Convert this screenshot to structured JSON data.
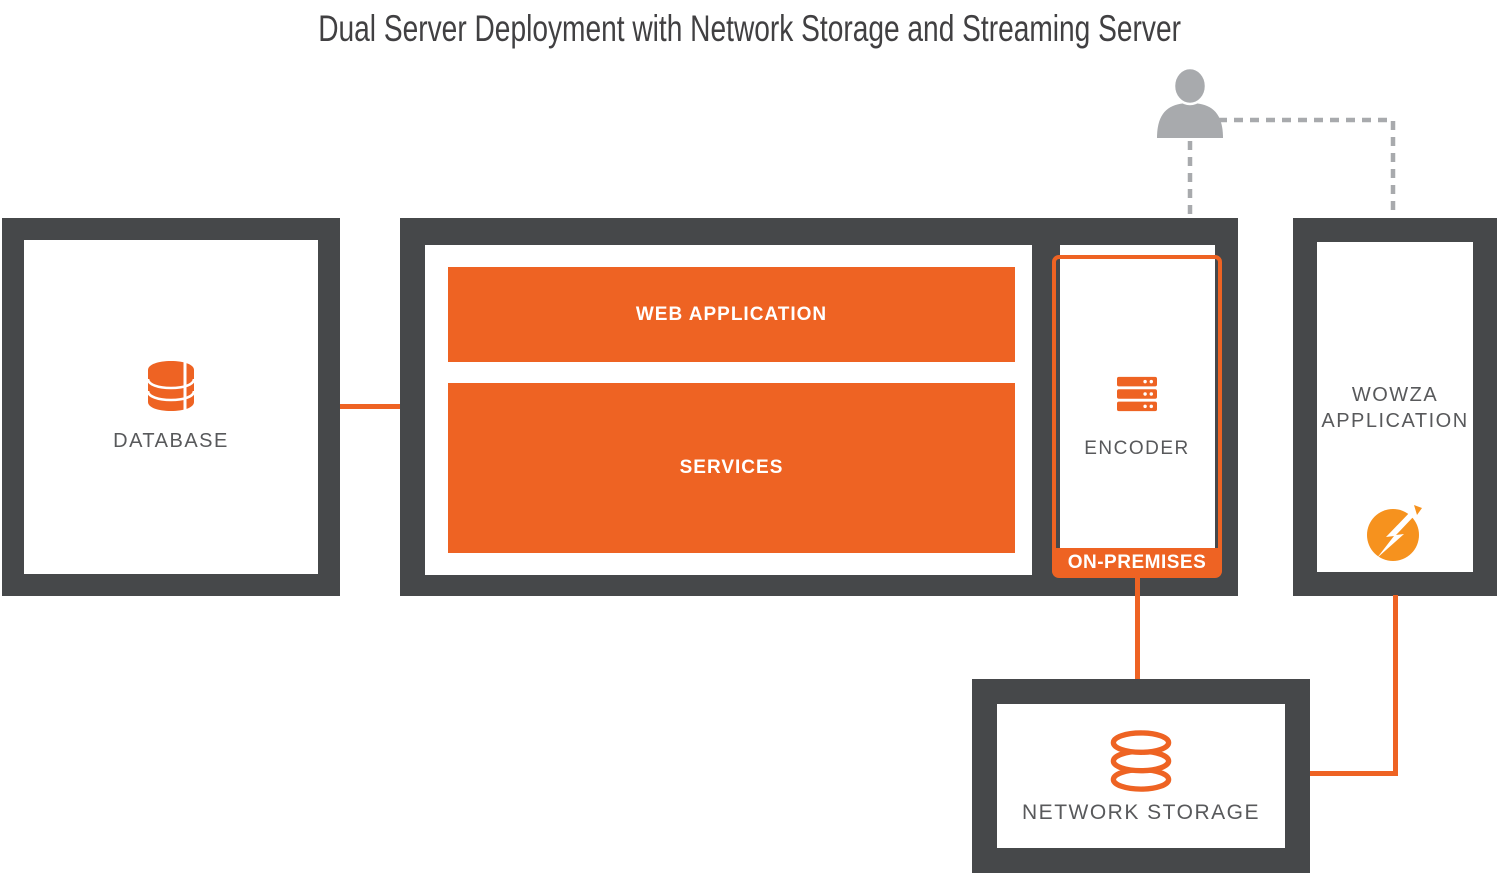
{
  "title": "Dual Server Deployment with Network Storage and Streaming Server",
  "colors": {
    "orange": "#EE6323",
    "logo_orange": "#F6921E",
    "frame_dark": "#46484A",
    "label_gray": "#58595B",
    "title_gray": "#414042",
    "dashed_gray": "#A8AAAD"
  },
  "nodes": {
    "database": {
      "label": "DATABASE",
      "icon": "database-icon"
    },
    "on_premises_server": {
      "web_application": {
        "label": "WEB APPLICATION"
      },
      "services": {
        "label": "SERVICES"
      },
      "encoder": {
        "label": "ENCODER",
        "icon": "server-stack-icon"
      },
      "badge": {
        "label": "ON-PREMISES"
      }
    },
    "wowza_application": {
      "label_line1": "WOWZA",
      "label_line2": "APPLICATION",
      "icon": "wowza-logo"
    },
    "network_storage": {
      "label": "NETWORK STORAGE",
      "icon": "storage-disks-icon"
    },
    "user": {
      "icon": "person-icon"
    }
  },
  "connections": [
    {
      "from": "database",
      "to": "on-premises-server",
      "style": "solid-orange"
    },
    {
      "from": "encoder",
      "to": "network-storage",
      "style": "solid-orange"
    },
    {
      "from": "network-storage",
      "to": "wowza-application",
      "style": "solid-orange"
    },
    {
      "from": "user",
      "to": "encoder",
      "style": "dashed-gray"
    },
    {
      "from": "user",
      "to": "wowza-application",
      "style": "dashed-gray"
    }
  ]
}
